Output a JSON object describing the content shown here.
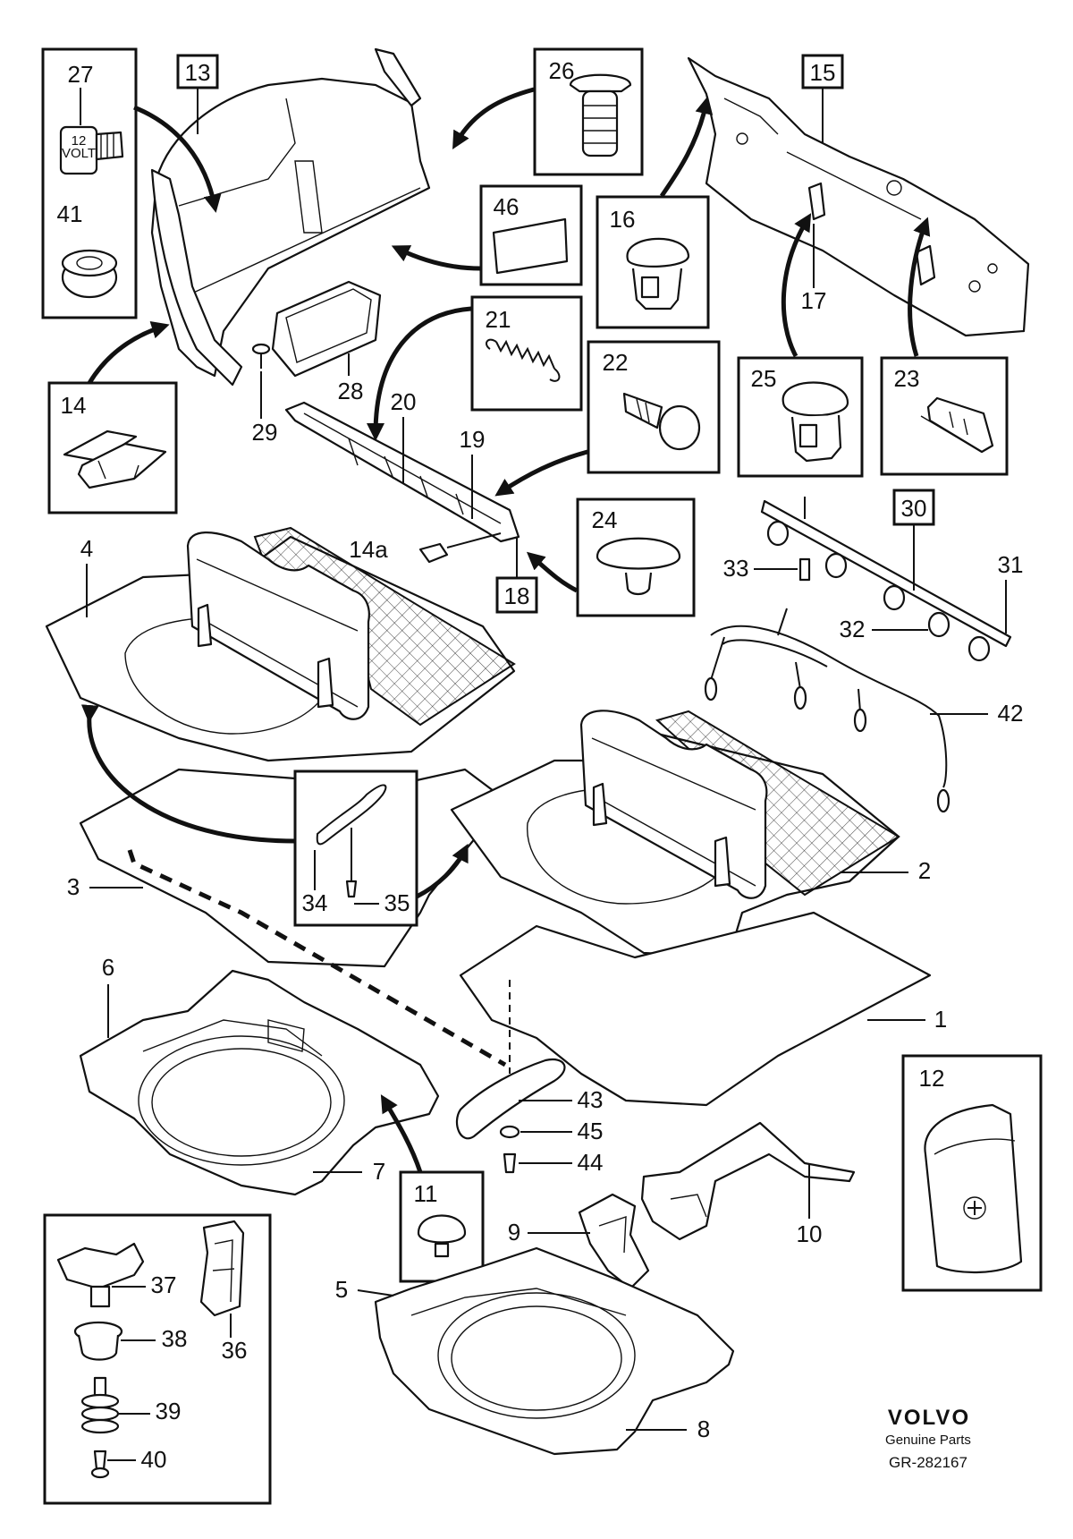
{
  "labels": {
    "p1": "1",
    "p2": "2",
    "p3": "3",
    "p4": "4",
    "p5": "5",
    "p6": "6",
    "p7": "7",
    "p8": "8",
    "p9": "9",
    "p10": "10",
    "p11": "11",
    "p12": "12",
    "p13": "13",
    "p14": "14",
    "p14a": "14a",
    "p15": "15",
    "p16": "16",
    "p17": "17",
    "p18": "18",
    "p19": "19",
    "p20": "20",
    "p21": "21",
    "p22": "22",
    "p23": "23",
    "p24": "24",
    "p25": "25",
    "p26": "26",
    "p27": "27",
    "p28": "28",
    "p29": "29",
    "p30": "30",
    "p31": "31",
    "p32": "32",
    "p33": "33",
    "p34": "34",
    "p35": "35",
    "p36": "36",
    "p37": "37",
    "p38": "38",
    "p39": "39",
    "p40": "40",
    "p41": "41",
    "p42": "42",
    "p43": "43",
    "p44": "44",
    "p45": "45",
    "p46": "46"
  },
  "socket_text": {
    "line1": "12",
    "line2": "VOLT"
  },
  "brand": {
    "name": "VOLVO",
    "subtitle": "Genuine Parts",
    "reference": "GR-282167"
  }
}
